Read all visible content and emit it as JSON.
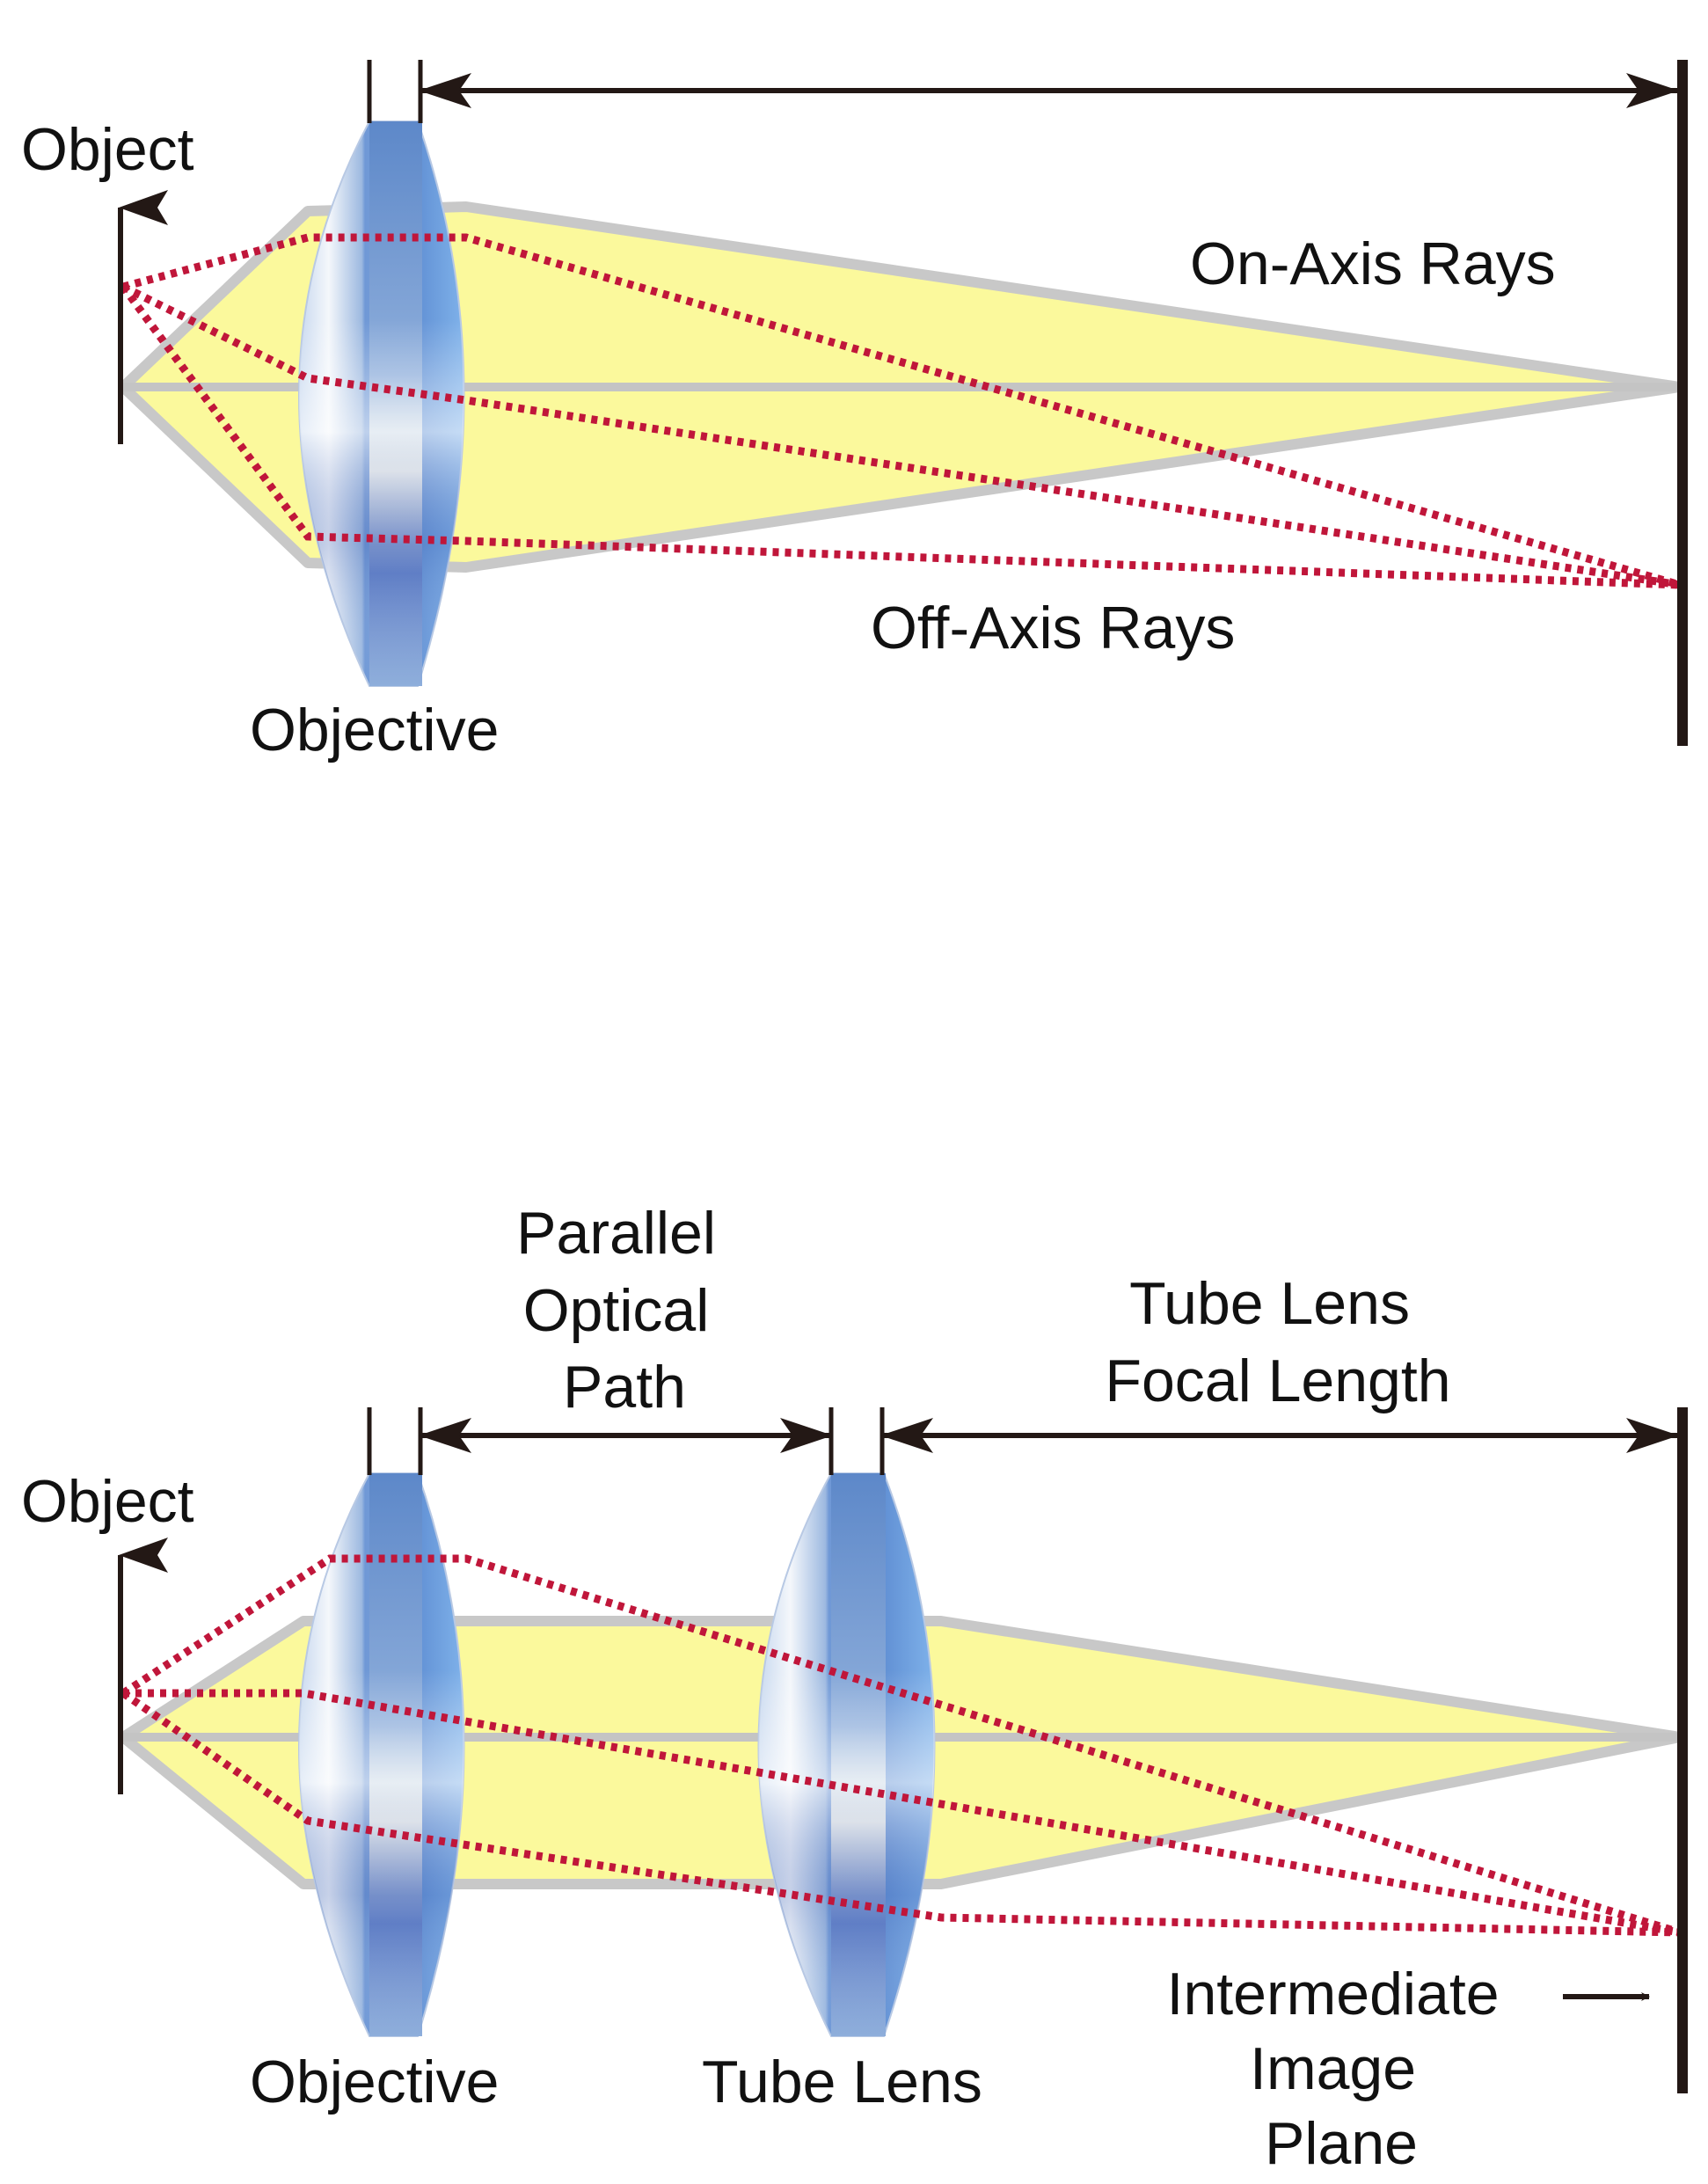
{
  "colors": {
    "beam_fill": "#fbf99c",
    "beam_edge": "#c8c8c8",
    "axis": "#c4c4c4",
    "off_axis_ray": "#c0163a",
    "ink": "#231815",
    "lens_blue": "#5f8ed4",
    "lens_light": "#eef3fa"
  },
  "icons": [
    "object-arrow-icon",
    "objective-lens-icon",
    "tube-lens-icon",
    "image-plane-icon",
    "dimension-arrow-icon"
  ],
  "top_diagram": {
    "object_label": "Object",
    "on_axis_label": "On-Axis Rays",
    "off_axis_label": "Off-Axis Rays",
    "objective_label": "Objective"
  },
  "bottom_diagram": {
    "object_label": "Object",
    "parallel_path_label": [
      "Parallel",
      "Optical",
      "Path"
    ],
    "focal_length_label": [
      "Tube Lens",
      "Focal Length"
    ],
    "objective_label": "Objective",
    "tube_lens_label": "Tube Lens",
    "image_plane_label": [
      "Intermediate",
      "Image",
      "Plane"
    ]
  }
}
